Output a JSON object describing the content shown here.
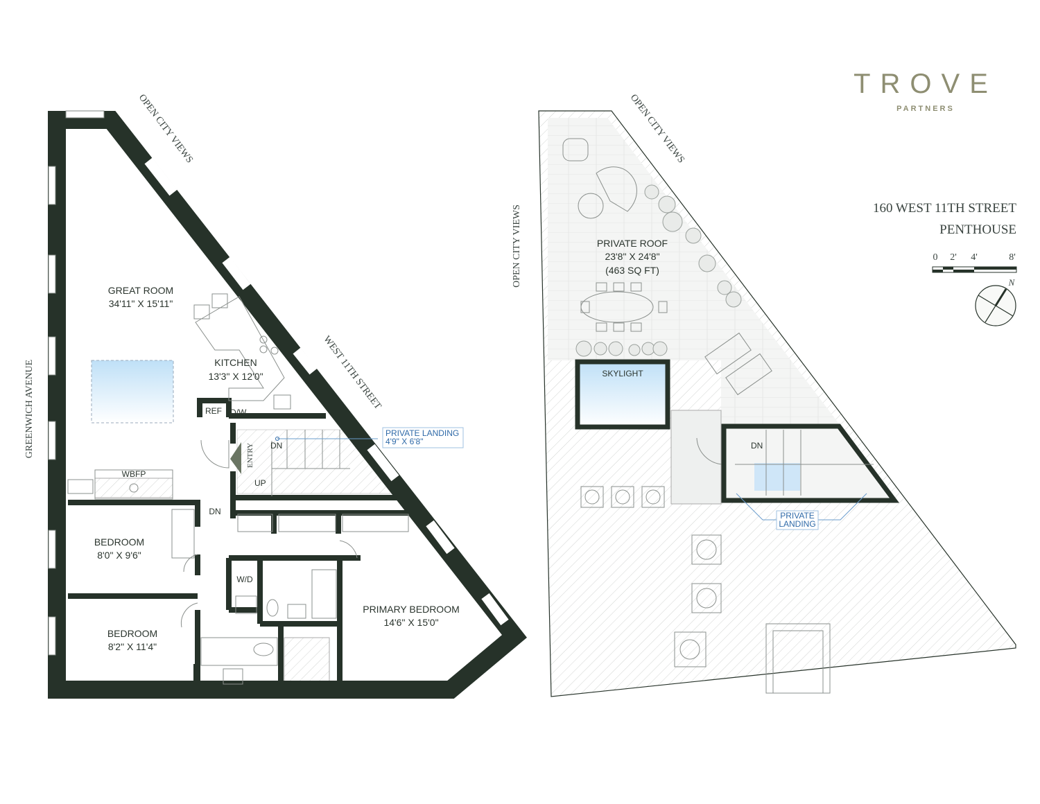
{
  "brand": {
    "name": "TROVE",
    "sub": "PARTNERS",
    "color": "#8e8e72"
  },
  "title": {
    "address": "160 WEST 11TH STREET",
    "unit": "PENTHOUSE"
  },
  "scale": {
    "ticks": [
      "0",
      "2'",
      "4'",
      "8'"
    ]
  },
  "compass": {
    "north": "N"
  },
  "colors": {
    "wall": "#263229",
    "accent_blue": "#2f6aa8",
    "skylight": "#bfe0f7"
  },
  "lower_level": {
    "streets": {
      "view_top": "OPEN CITY VIEWS",
      "avenue": "GREENWICH AVENUE",
      "street": "WEST 11TH STREET"
    },
    "rooms": {
      "great_room": {
        "name": "GREAT ROOM",
        "dims": "34'11\" X 15'11\""
      },
      "kitchen": {
        "name": "KITCHEN",
        "dims": "13'3\" X 12'0\""
      },
      "bedroom1": {
        "name": "BEDROOM",
        "dims": "8'0\" X 9'6\""
      },
      "bedroom2": {
        "name": "BEDROOM",
        "dims": "8'2\" X 11'4\""
      },
      "primary": {
        "name": "PRIMARY BEDROOM",
        "dims": "14'6\" X 15'0\""
      }
    },
    "fixtures": {
      "ref": "REF",
      "dw": "D/W",
      "wbfp": "WBFP",
      "wd": "W/D",
      "entry": "ENTRY",
      "dn": "DN",
      "up": "UP",
      "dn2": "DN"
    },
    "landing": {
      "name": "PRIVATE LANDING",
      "dims": "4'9\" X 6'8\""
    }
  },
  "roof_level": {
    "views_top": "OPEN CITY VIEWS",
    "views_side": "OPEN CITY VIEWS",
    "roof": {
      "name": "PRIVATE ROOF",
      "dims": "23'8\" X 24'8\"",
      "area": "(463 SQ FT)"
    },
    "skylight": "SKYLIGHT",
    "dn": "DN",
    "landing": {
      "line1": "PRIVATE",
      "line2": "LANDING"
    }
  }
}
